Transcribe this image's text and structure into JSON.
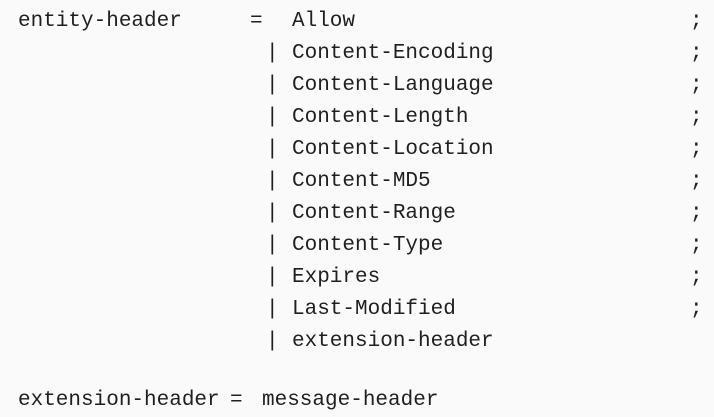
{
  "grammar": {
    "rule1": {
      "lhs": "entity-header",
      "eq": "=",
      "first_alt": "Allow",
      "alternatives": [
        "Content-Encoding",
        "Content-Language",
        "Content-Length",
        "Content-Location",
        "Content-MD5",
        "Content-Range",
        "Content-Type",
        "Expires",
        "Last-Modified",
        "extension-header"
      ],
      "separator": "|",
      "terminator": ";"
    },
    "rule2": {
      "lhs": "extension-header",
      "eq": "=",
      "rhs": "message-header"
    }
  }
}
